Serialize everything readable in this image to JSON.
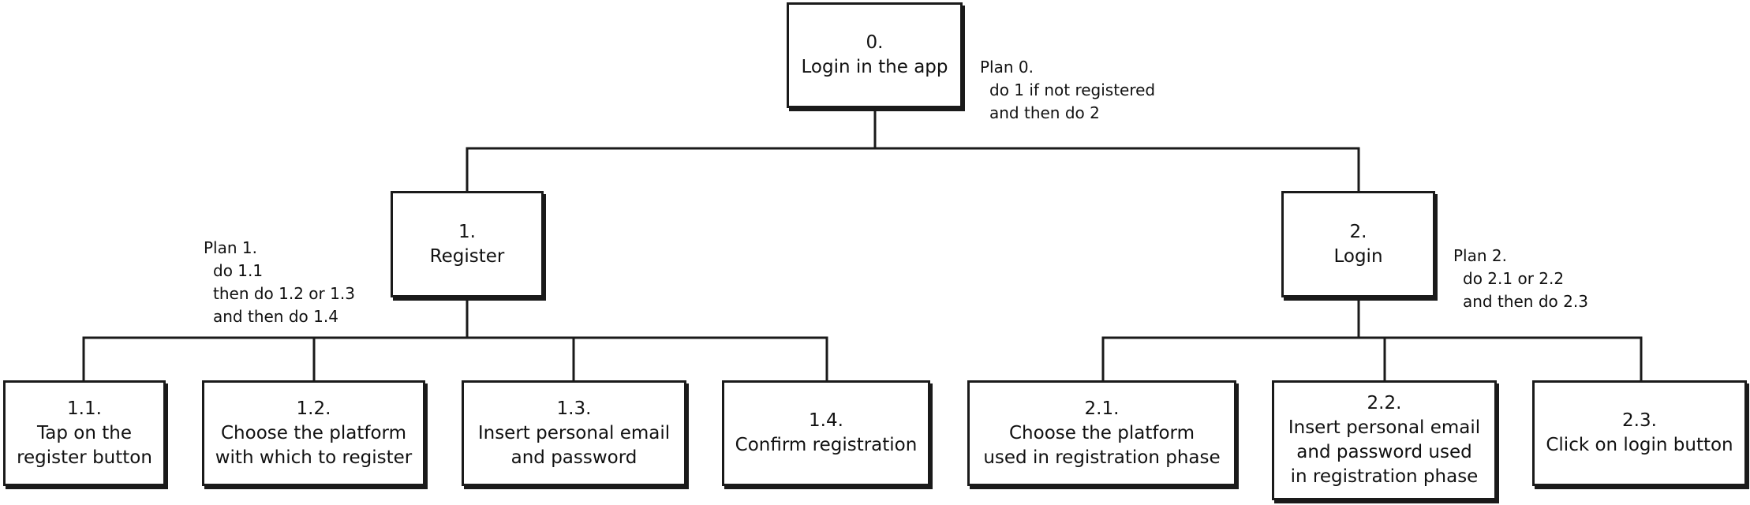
{
  "root": {
    "num": "0.",
    "label": "Login in the app"
  },
  "plan0": {
    "title": "Plan 0.",
    "steps": [
      "do 1 if not registered",
      "and then do 2"
    ]
  },
  "register": {
    "num": "1.",
    "label": "Register"
  },
  "plan1": {
    "title": "Plan 1.",
    "steps": [
      "do 1.1",
      "then do 1.2 or 1.3",
      "and then do 1.4"
    ]
  },
  "login": {
    "num": "2.",
    "label": "Login"
  },
  "plan2": {
    "title": "Plan 2.",
    "steps": [
      "do 2.1 or 2.2",
      "and then do 2.3"
    ]
  },
  "task_1_1": {
    "num": "1.1.",
    "label": "Tap on the\nregister button"
  },
  "task_1_2": {
    "num": "1.2.",
    "label": "Choose the platform\nwith which to register"
  },
  "task_1_3": {
    "num": "1.3.",
    "label": "Insert personal email\nand password"
  },
  "task_1_4": {
    "num": "1.4.",
    "label": "Confirm registration"
  },
  "task_2_1": {
    "num": "2.1.",
    "label": "Choose the platform\nused in registration phase"
  },
  "task_2_2": {
    "num": "2.2.",
    "label": "Insert personal email\nand password used\nin registration phase"
  },
  "task_2_3": {
    "num": "2.3.",
    "label": "Click on login button"
  }
}
